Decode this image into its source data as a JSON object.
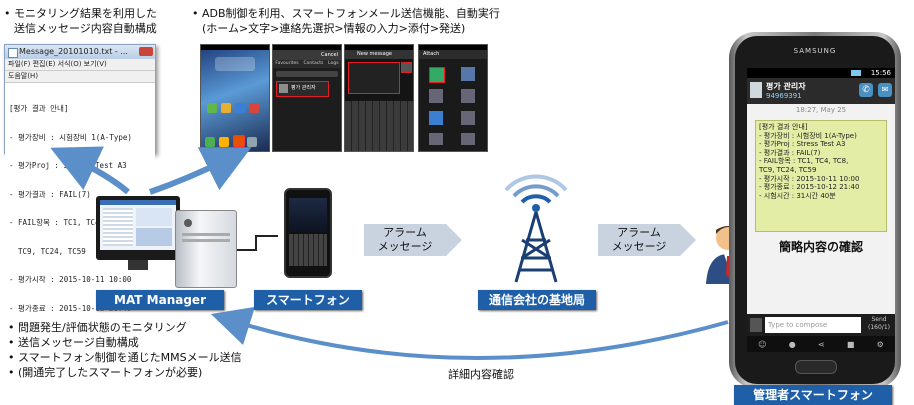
{
  "top_left_note": {
    "lines": [
      "モニタリング結果を利用した",
      "送信メッセージ内容自動構成"
    ]
  },
  "top_center_note": {
    "line1": "ADB制御を利用、スマートフォンメール送信機能、自動実行",
    "line2": "(ホーム>文字>連絡先選択>情報の入力>添付>発送)"
  },
  "notepad": {
    "title": "Message_20101010.txt - ...",
    "menu": "파일(F)   편집(E)   서식(O)   보기(V)",
    "menu2": "도움말(H)",
    "body_lines": [
      "[평가 결과 안내]",
      "- 평가장비 : 시험장비 1(A-Type)",
      "- 평가Proj : Stress Test A3",
      "- 평가결과 : FAIL(7)",
      "- FAIL항목 : TC1, TC4, TC8,",
      "  TC9, TC24, TC59",
      "- 평가시작 : 2015-10-11 10:00",
      "- 평가종료 : 2015-10-12 21:40"
    ]
  },
  "screenshots": {
    "s2_title": "Cancel",
    "s2_tabs": [
      "Favourites",
      "Contacts",
      "Logs"
    ],
    "s2_contact": "평가 관리자",
    "s3_title": "New message",
    "s4_title": "Attach"
  },
  "labels": {
    "mat_manager": "MAT Manager",
    "smartphone": "スマートフォン",
    "base_station": "通信会社の基地局",
    "admin_phone": "管理者スマートフォン"
  },
  "arrows": {
    "alarm1": [
      "アラーム",
      "メッセージ"
    ],
    "alarm2": [
      "アラーム",
      "メッセージ"
    ],
    "detail": "詳細内容確認"
  },
  "bottom_note": {
    "lines": [
      "問題発生/評価状態のモニタリング",
      "送信メッセージ自動構成",
      "スマートフォン制御を通じたMMSメール送信",
      "(開通完了したスマートフォンが必要)"
    ]
  },
  "admin_phone": {
    "brand": "SAMSUNG",
    "time": "15:56",
    "contact_name": "평가 관리자",
    "contact_number": "94969391",
    "msg_time": "18:27, May 25",
    "message_lines": [
      "[평가 결과 안내]",
      "- 평가장비 : 시험장비 1(A-Type)",
      "- 평가Proj : Stress Test A3",
      "- 평가결과 : FAIL(7)",
      "- FAIL항목 : TC1, TC4, TC8,",
      "  TC9, TC24, TC59",
      "- 평가시작 : 2015-10-11 10:00",
      "- 평가종료 : 2015-10-12 21:40",
      "- 시험시간 : 31시간 40분"
    ],
    "caption": "簡略内容の確認",
    "compose_placeholder": "Type to compose",
    "send_label": "Send",
    "send_count": "(160/1)"
  },
  "colors": {
    "label_blue": "#1f5fa8",
    "arrow_blue": "#5b8fc9",
    "arrow_gray": "#c9d3df"
  }
}
